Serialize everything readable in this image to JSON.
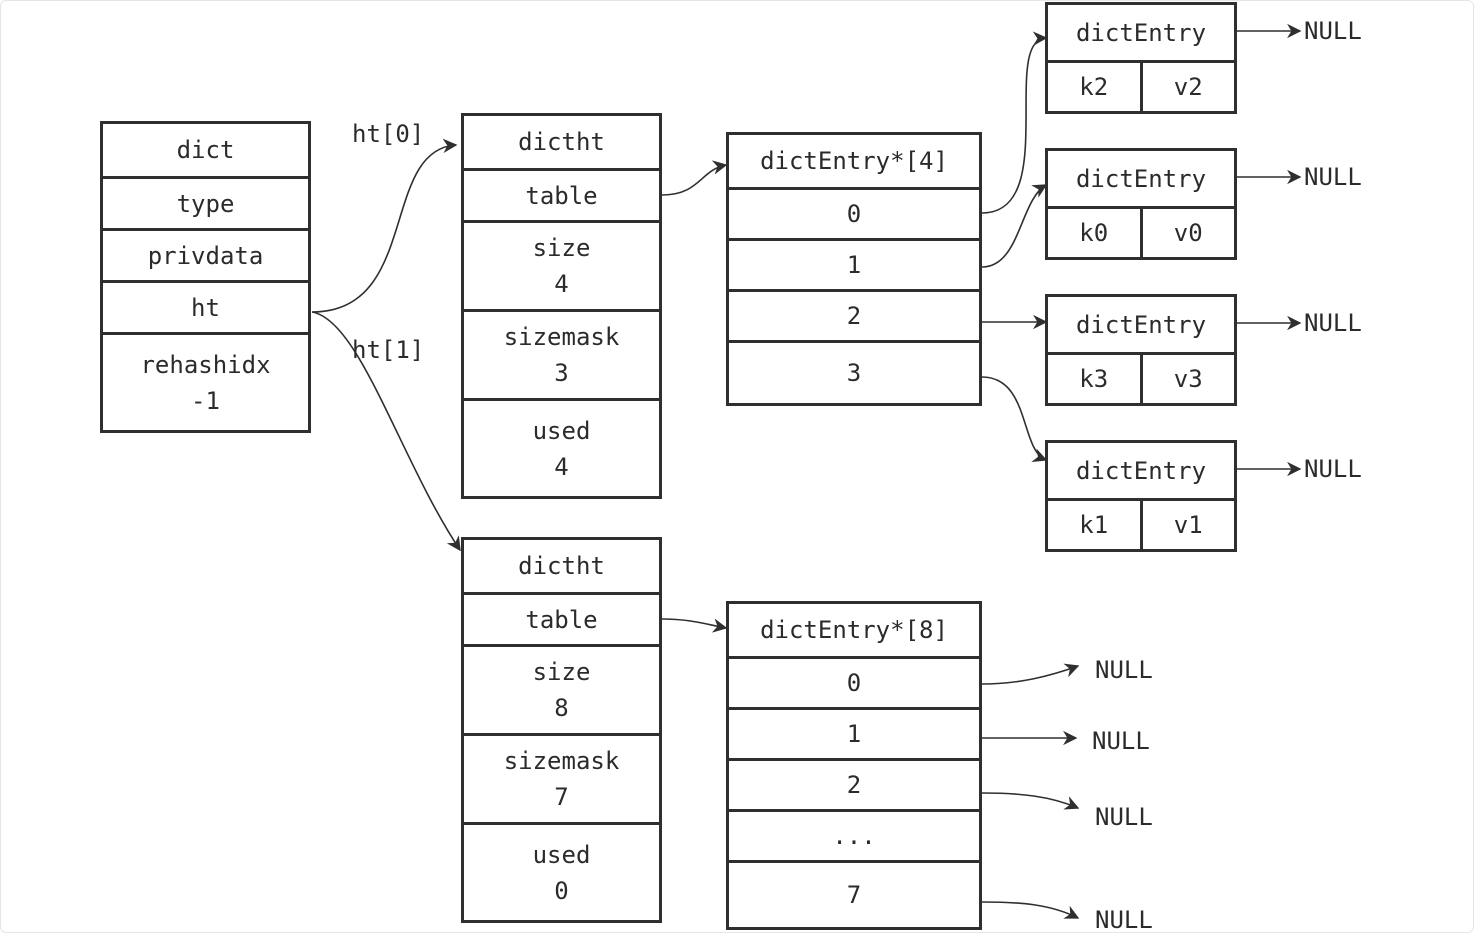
{
  "dict": {
    "title": "dict",
    "fields": [
      "type",
      "privdata",
      "ht"
    ],
    "rehashidx": {
      "name": "rehashidx",
      "value": "-1"
    }
  },
  "labels": {
    "ht0": "ht[0]",
    "ht1": "ht[1]"
  },
  "ht0": {
    "title": "dictht",
    "table": "table",
    "size": {
      "name": "size",
      "value": "4"
    },
    "sizemask": {
      "name": "sizemask",
      "value": "3"
    },
    "used": {
      "name": "used",
      "value": "4"
    }
  },
  "ht1": {
    "title": "dictht",
    "table": "table",
    "size": {
      "name": "size",
      "value": "8"
    },
    "sizemask": {
      "name": "sizemask",
      "value": "7"
    },
    "used": {
      "name": "used",
      "value": "0"
    }
  },
  "table0": {
    "title": "dictEntry*[4]",
    "buckets": [
      "0",
      "1",
      "2",
      "3"
    ]
  },
  "table1": {
    "title": "dictEntry*[8]",
    "buckets": [
      "0",
      "1",
      "2",
      "...",
      "7"
    ]
  },
  "entries": [
    {
      "title": "dictEntry",
      "key": "k2",
      "value": "v2",
      "next": "NULL"
    },
    {
      "title": "dictEntry",
      "key": "k0",
      "value": "v0",
      "next": "NULL"
    },
    {
      "title": "dictEntry",
      "key": "k3",
      "value": "v3",
      "next": "NULL"
    },
    {
      "title": "dictEntry",
      "key": "k1",
      "value": "v1",
      "next": "NULL"
    }
  ],
  "table1_nulls": [
    "NULL",
    "NULL",
    "NULL",
    "NULL"
  ]
}
